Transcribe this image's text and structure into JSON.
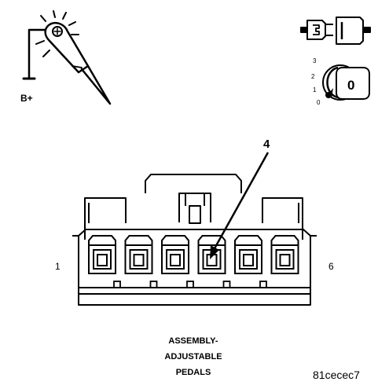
{
  "probe": {
    "supply_label": "B+",
    "icon": "test-light-probe-icon"
  },
  "indicators": {
    "connector_icon": "disconnected-connector-icon",
    "ignition_icon": "ignition-key-icon",
    "ignition_positions": [
      "3",
      "2",
      "1",
      "0"
    ],
    "ignition_key_label": "0"
  },
  "connector": {
    "pin_count": 6,
    "first_pin_label": "1",
    "last_pin_label": "6",
    "callout_label": "4",
    "callout_pin": 4
  },
  "caption": {
    "lines": [
      "ASSEMBLY-",
      "ADJUSTABLE",
      "PEDALS"
    ]
  },
  "figure_id": "81cecec7"
}
